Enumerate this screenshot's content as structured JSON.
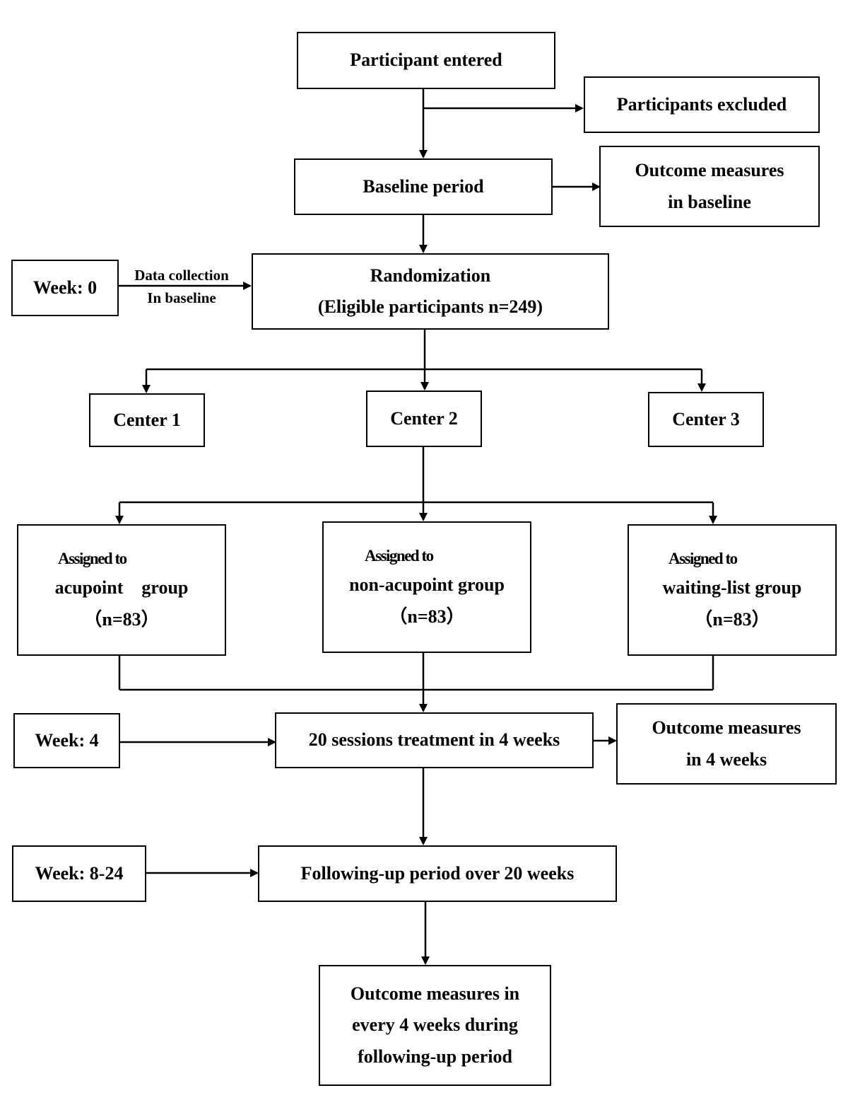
{
  "boxes": {
    "participant_entered": "Participant entered",
    "participants_excluded": "Participants excluded",
    "baseline_period": "Baseline period",
    "outcome_baseline": [
      "Outcome measures",
      "in baseline"
    ],
    "week0": "Week: 0",
    "data_collection": [
      "Data collection",
      "In baseline"
    ],
    "randomization": [
      "Randomization",
      "(Eligible participants n=249)"
    ],
    "center1": "Center 1",
    "center2": "Center 2",
    "center3": "Center 3",
    "acupoint_group": [
      "Assigned to",
      "acupoint    group",
      "（n=83）"
    ],
    "nonacupoint_group": [
      "Assigned to",
      "non-acupoint group",
      "（n=83）"
    ],
    "waiting_group": [
      "Assigned to",
      "waiting-list group",
      "（n=83）"
    ],
    "week4": "Week: 4",
    "treatment": "20 sessions treatment in 4 weeks",
    "outcome_4weeks": [
      "Outcome measures",
      "in 4 weeks"
    ],
    "week8_24": "Week: 8-24",
    "followup": "Following-up period over 20 weeks",
    "outcome_followup": [
      "Outcome measures in",
      "every 4 weeks during",
      "following-up period"
    ]
  }
}
